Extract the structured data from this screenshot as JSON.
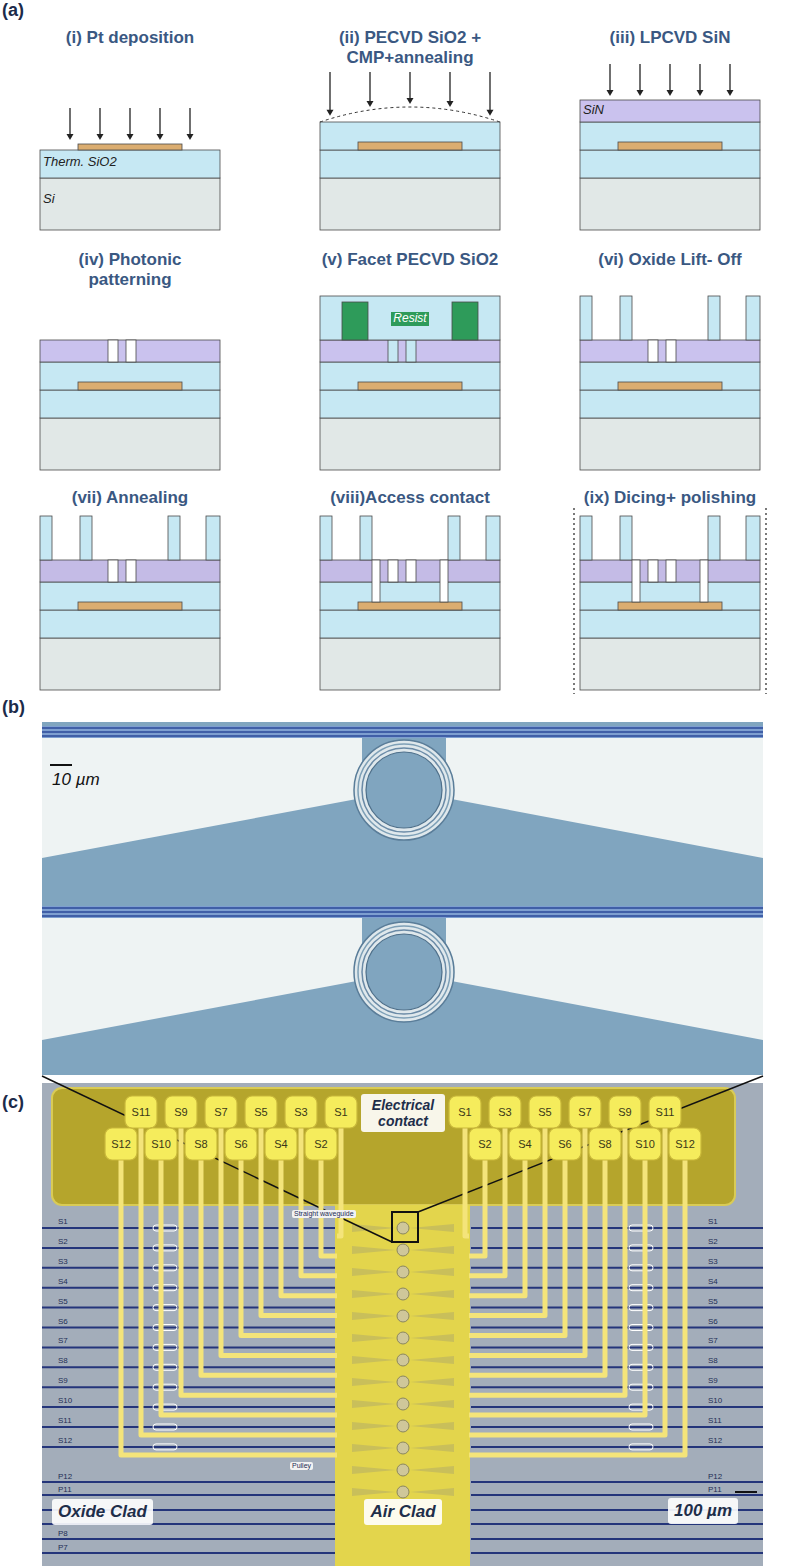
{
  "diagram": {
    "nodes": [
      {
        "text": [
          "Electrical contact"
        ]
      },
      {
        "text": [
          "Oxide Clad"
        ]
      },
      {
        "text": [
          "Air Clad"
        ]
      },
      {
        "text": [
          "100 µm"
        ]
      }
    ],
    "labels": [
      "(a)",
      "(i) Pt deposition",
      "(ii) PECVD SiO2 + CMP+annealing",
      "(iii) LPCVD SiN",
      "(iv) Photonic patterning",
      "(v) Facet PECVD SiO2",
      "(vi) Oxide Lift- Off",
      "(vii) Annealing",
      "(viii)Access contact",
      "(ix) Dicing+ polishing",
      "Therm. SiO2",
      "Si",
      "SiN",
      "Resist",
      "(b)",
      "10 µm",
      "(c)",
      "S11",
      "S9",
      "S7",
      "S5",
      "S3",
      "S1",
      "S1",
      "S3",
      "S5",
      "S7",
      "S9",
      "S11",
      "S12",
      "S10",
      "S8",
      "S6",
      "S4",
      "S2",
      "S2",
      "S4",
      "S6",
      "S8",
      "S10",
      "S12",
      "Straight waveguide",
      "S1",
      "S2",
      "S3",
      "S4",
      "S5",
      "S6",
      "S7",
      "S8",
      "S9",
      "S10",
      "S11",
      "S12",
      "S1",
      "S2",
      "S3",
      "S4",
      "S5",
      "S6",
      "S7",
      "S8",
      "S9",
      "S10",
      "S11",
      "S12",
      "Pulley",
      "P12",
      "P11",
      "P8",
      "P7",
      "P12",
      "P11"
    ]
  }
}
